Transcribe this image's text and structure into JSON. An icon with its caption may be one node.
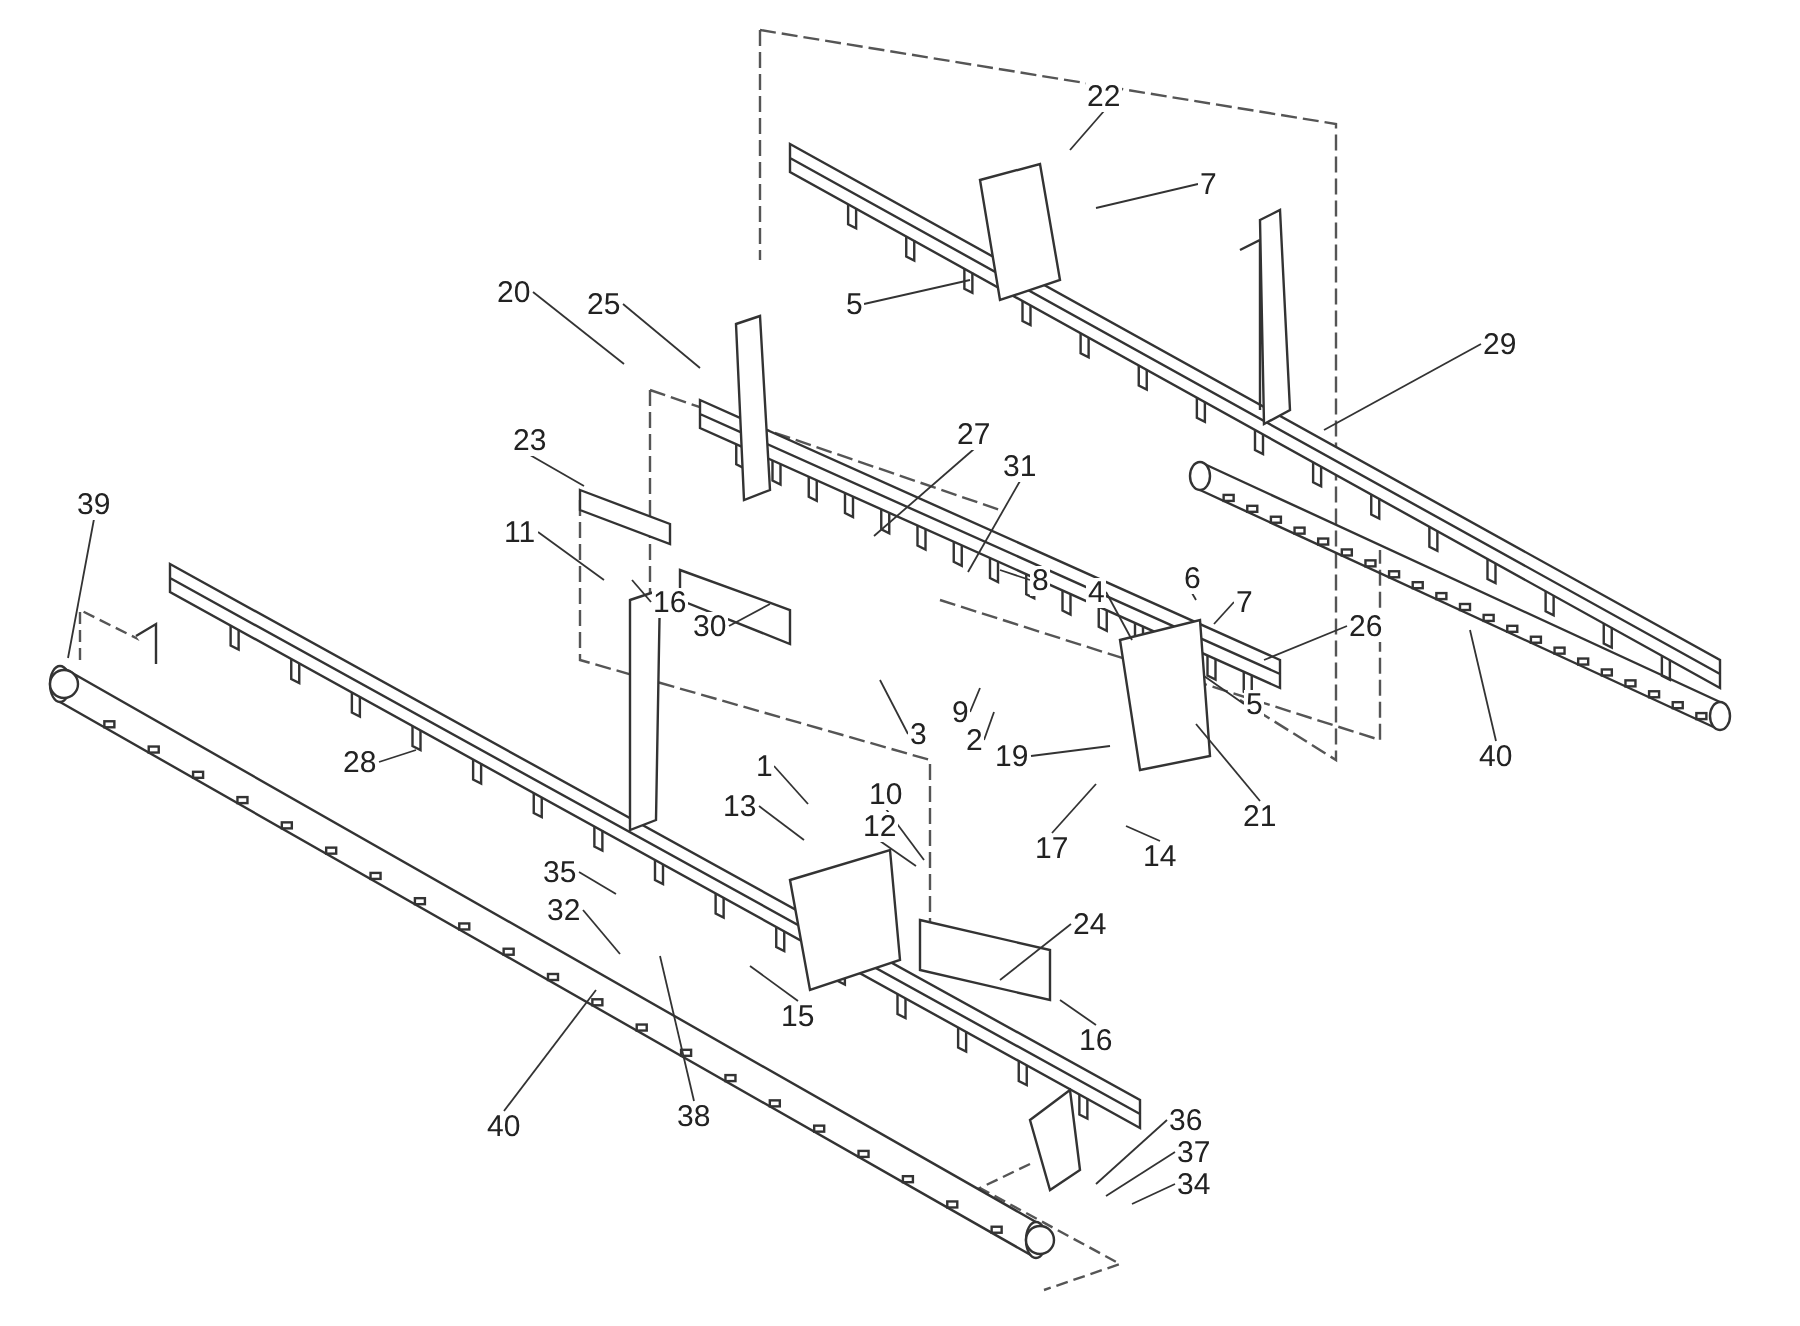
{
  "diagram": {
    "nodes": [
      {
        "text": [
          "22"
        ]
      },
      {
        "text": [
          "7"
        ]
      },
      {
        "text": [
          "5"
        ]
      },
      {
        "text": [
          "29"
        ]
      },
      {
        "text": [
          "20"
        ]
      },
      {
        "text": [
          "25"
        ]
      },
      {
        "text": [
          "23"
        ]
      },
      {
        "text": [
          "27"
        ]
      },
      {
        "text": [
          "31"
        ]
      },
      {
        "text": [
          "8"
        ]
      },
      {
        "text": [
          "11"
        ]
      },
      {
        "text": [
          "16"
        ]
      },
      {
        "text": [
          "30"
        ]
      },
      {
        "text": [
          "4"
        ]
      },
      {
        "text": [
          "6"
        ]
      },
      {
        "text": [
          "7"
        ]
      },
      {
        "text": [
          "26"
        ]
      },
      {
        "text": [
          "5"
        ]
      },
      {
        "text": [
          "9"
        ]
      },
      {
        "text": [
          "2"
        ]
      },
      {
        "text": [
          "3"
        ]
      },
      {
        "text": [
          "19"
        ]
      },
      {
        "text": [
          "21"
        ]
      },
      {
        "text": [
          "17"
        ]
      },
      {
        "text": [
          "14"
        ]
      },
      {
        "text": [
          "39"
        ]
      },
      {
        "text": [
          "28"
        ]
      },
      {
        "text": [
          "40"
        ]
      },
      {
        "text": [
          "1"
        ]
      },
      {
        "text": [
          "13"
        ]
      },
      {
        "text": [
          "10"
        ]
      },
      {
        "text": [
          "12"
        ]
      },
      {
        "text": [
          "35"
        ]
      },
      {
        "text": [
          "32"
        ]
      },
      {
        "text": [
          "24"
        ]
      },
      {
        "text": [
          "15"
        ]
      },
      {
        "text": [
          "16"
        ]
      },
      {
        "text": [
          "40"
        ]
      },
      {
        "text": [
          "38"
        ]
      },
      {
        "text": [
          "36"
        ]
      },
      {
        "text": [
          "37"
        ]
      },
      {
        "text": [
          "34"
        ]
      }
    ],
    "edges": [
      {
        "from": 0,
        "to": null,
        "arrow": "none"
      },
      {
        "from": 1,
        "to": null,
        "arrow": "none"
      },
      {
        "from": 2,
        "to": null,
        "arrow": "none"
      },
      {
        "from": 3,
        "to": null,
        "arrow": "none"
      },
      {
        "from": 4,
        "to": null,
        "arrow": "none"
      },
      {
        "from": 5,
        "to": null,
        "arrow": "none"
      },
      {
        "from": 6,
        "to": null,
        "arrow": "none"
      },
      {
        "from": 7,
        "to": null,
        "arrow": "none"
      },
      {
        "from": 8,
        "to": null,
        "arrow": "none"
      },
      {
        "from": 9,
        "to": null,
        "arrow": "none"
      },
      {
        "from": 10,
        "to": null,
        "arrow": "none"
      },
      {
        "from": 11,
        "to": null,
        "arrow": "none"
      },
      {
        "from": 12,
        "to": null,
        "arrow": "none"
      },
      {
        "from": 13,
        "to": null,
        "arrow": "none"
      },
      {
        "from": 14,
        "to": null,
        "arrow": "none"
      },
      {
        "from": 15,
        "to": null,
        "arrow": "none"
      },
      {
        "from": 16,
        "to": null,
        "arrow": "none"
      },
      {
        "from": 17,
        "to": null,
        "arrow": "none"
      },
      {
        "from": 18,
        "to": null,
        "arrow": "none"
      },
      {
        "from": 19,
        "to": null,
        "arrow": "none"
      },
      {
        "from": 20,
        "to": null,
        "arrow": "none"
      },
      {
        "from": 21,
        "to": null,
        "arrow": "none"
      },
      {
        "from": 22,
        "to": null,
        "arrow": "none"
      },
      {
        "from": 23,
        "to": null,
        "arrow": "none"
      },
      {
        "from": 24,
        "to": null,
        "arrow": "none"
      },
      {
        "from": 25,
        "to": null,
        "arrow": "none"
      },
      {
        "from": 26,
        "to": null,
        "arrow": "none"
      },
      {
        "from": 27,
        "to": null,
        "arrow": "none"
      },
      {
        "from": 28,
        "to": null,
        "arrow": "none"
      },
      {
        "from": 29,
        "to": null,
        "arrow": "none"
      },
      {
        "from": 30,
        "to": null,
        "arrow": "none"
      },
      {
        "from": 31,
        "to": null,
        "arrow": "none"
      },
      {
        "from": 32,
        "to": null,
        "arrow": "none"
      },
      {
        "from": 33,
        "to": null,
        "arrow": "none"
      },
      {
        "from": 34,
        "to": null,
        "arrow": "none"
      },
      {
        "from": 35,
        "to": null,
        "arrow": "none"
      },
      {
        "from": 36,
        "to": null,
        "arrow": "none"
      },
      {
        "from": 37,
        "to": null,
        "arrow": "none"
      },
      {
        "from": 38,
        "to": null,
        "arrow": "none"
      },
      {
        "from": 39,
        "to": null,
        "arrow": "none"
      },
      {
        "from": 40,
        "to": null,
        "arrow": "none"
      },
      {
        "from": 41,
        "to": null,
        "arrow": "none"
      }
    ]
  }
}
